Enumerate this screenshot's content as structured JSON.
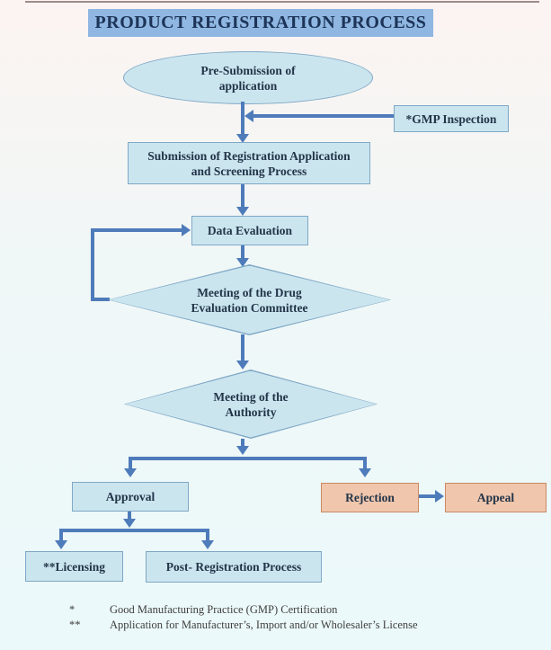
{
  "title": "PRODUCT REGISTRATION PROCESS",
  "colors": {
    "title_bg": "#8fb7e1",
    "title_text": "#1d3458",
    "node_fill": "#cbe5ef",
    "node_border": "#7fa8c5",
    "node_text": "#233549",
    "reject_fill": "#f0c6ad",
    "reject_border": "#c98a62",
    "arrow": "#4e7bba",
    "bg_top": "#fcf4f2",
    "bg_bottom": "#ebf9fa",
    "footnote_text": "#3f3e3e"
  },
  "nodes": {
    "pre_submission": {
      "line1": "Pre-Submission of",
      "line2": "application"
    },
    "gmp_inspection": {
      "label": "*GMP Inspection"
    },
    "submission": {
      "line1": "Submission of Registration Application",
      "line2": "and Screening Process"
    },
    "data_evaluation": {
      "label": "Data Evaluation"
    },
    "dec_meeting": {
      "line1": "Meeting of the Drug",
      "line2": "Evaluation Committee"
    },
    "authority_meeting": {
      "line1": "Meeting of the",
      "line2": "Authority"
    },
    "approval": {
      "label": "Approval"
    },
    "rejection": {
      "label": "Rejection"
    },
    "appeal": {
      "label": "Appeal"
    },
    "licensing": {
      "label": "**Licensing"
    },
    "post_registration": {
      "label": "Post- Registration Process"
    }
  },
  "footnotes": [
    {
      "symbol": "*",
      "text": "Good Manufacturing Practice (GMP) Certification"
    },
    {
      "symbol": "**",
      "text": "Application for Manufacturer’s, Import and/or Wholesaler’s License"
    }
  ]
}
